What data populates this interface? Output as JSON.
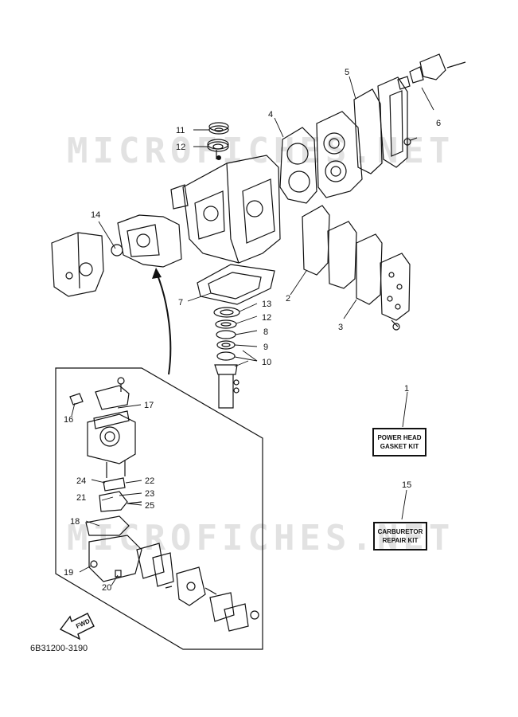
{
  "watermark": "MICROFICHES.NET",
  "diagram_code": "6B31200-3190",
  "fwd_label": "FWD",
  "kits": [
    {
      "number": "1",
      "line1": "POWER HEAD",
      "line2": "GASKET KIT"
    },
    {
      "number": "15",
      "line1": "CARBURETOR",
      "line2": "REPAIR KIT"
    }
  ],
  "callouts": [
    "2",
    "3",
    "4",
    "5",
    "6",
    "7",
    "8",
    "9",
    "10",
    "11",
    "12",
    "12",
    "13",
    "14",
    "16",
    "17",
    "18",
    "19",
    "20",
    "21",
    "22",
    "23",
    "24",
    "25"
  ]
}
